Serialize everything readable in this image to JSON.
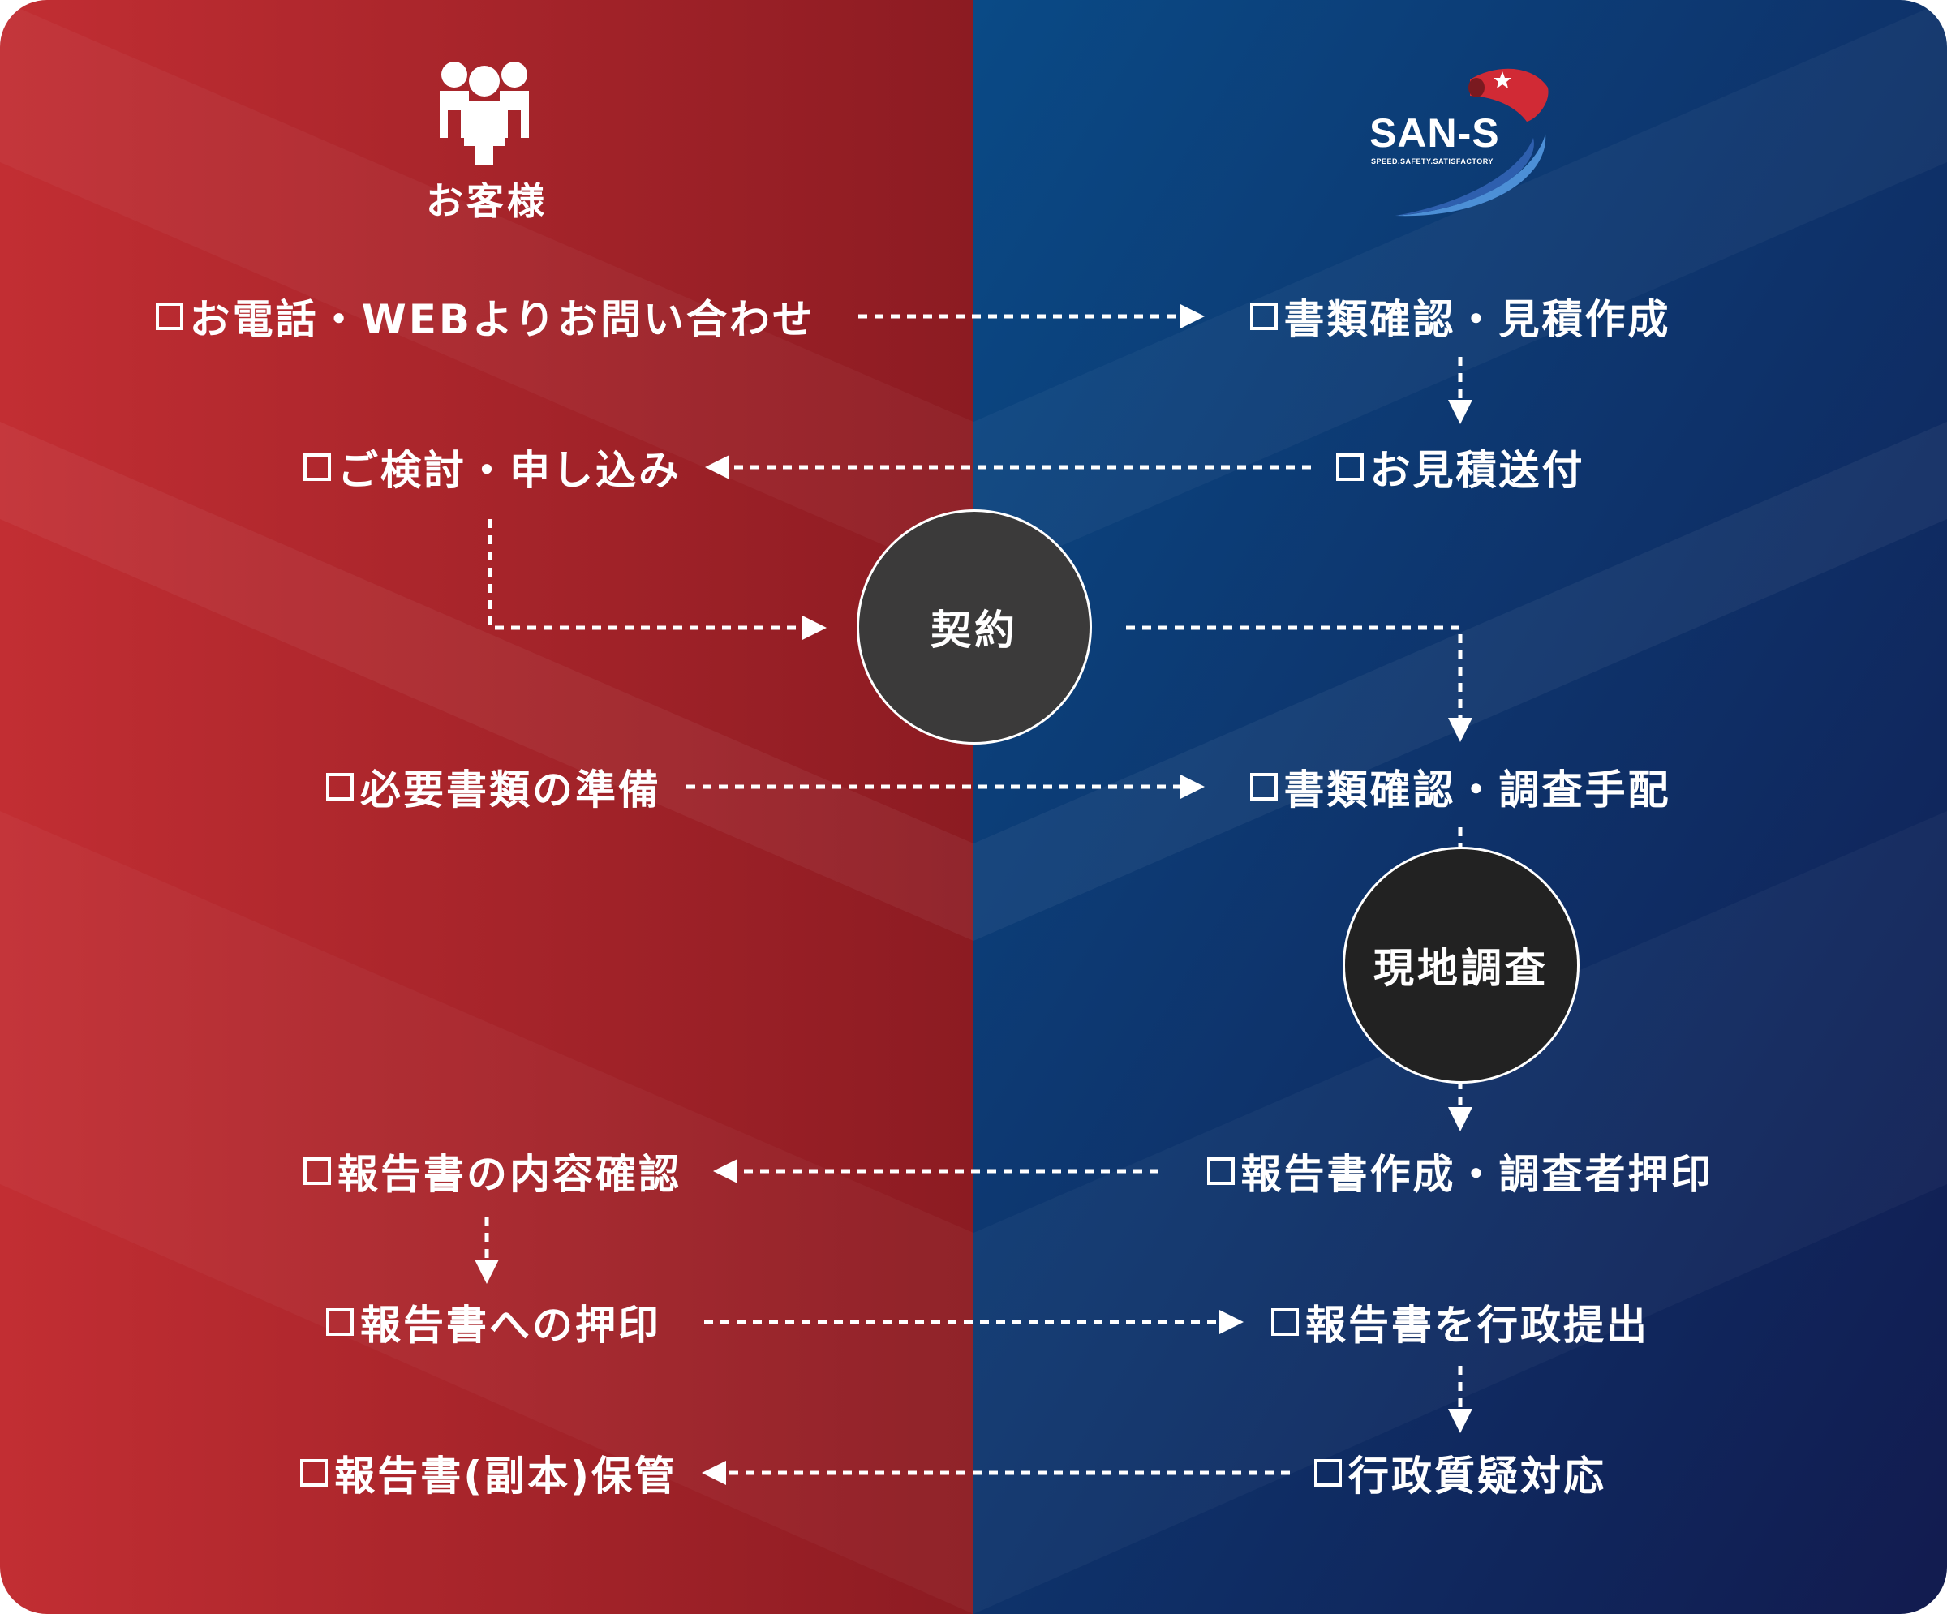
{
  "customer": {
    "title": "お客様",
    "icon": "people-icon"
  },
  "company": {
    "logo_text": "SAN-S",
    "tagline": "SPEED.SAFETY.SATISFACTORY"
  },
  "colors": {
    "customer_side": "#b0242d",
    "company_side": "#0b3f78",
    "node_fill": "#3b3a3a",
    "node_fill_dark": "#222222"
  },
  "steps": [
    {
      "id": "c1",
      "label": "お電話・WEBよりお問い合わせ"
    },
    {
      "id": "s1",
      "label": "書類確認・見積作成"
    },
    {
      "id": "s2",
      "label": "お見積送付"
    },
    {
      "id": "c2",
      "label": "ご検討・申し込み"
    },
    {
      "id": "c3",
      "label": "必要書類の準備"
    },
    {
      "id": "s3",
      "label": "書類確認・調査手配"
    },
    {
      "id": "s4",
      "label": "報告書作成・調査者押印"
    },
    {
      "id": "c4",
      "label": "報告書の内容確認"
    },
    {
      "id": "c5",
      "label": "報告書への押印"
    },
    {
      "id": "s5",
      "label": "報告書を行政提出"
    },
    {
      "id": "s6",
      "label": "行政質疑対応"
    },
    {
      "id": "c6",
      "label": "報告書(副本)保管"
    }
  ],
  "milestones": [
    {
      "id": "contract",
      "label": "契約"
    },
    {
      "id": "survey",
      "label": "現地調査"
    }
  ]
}
